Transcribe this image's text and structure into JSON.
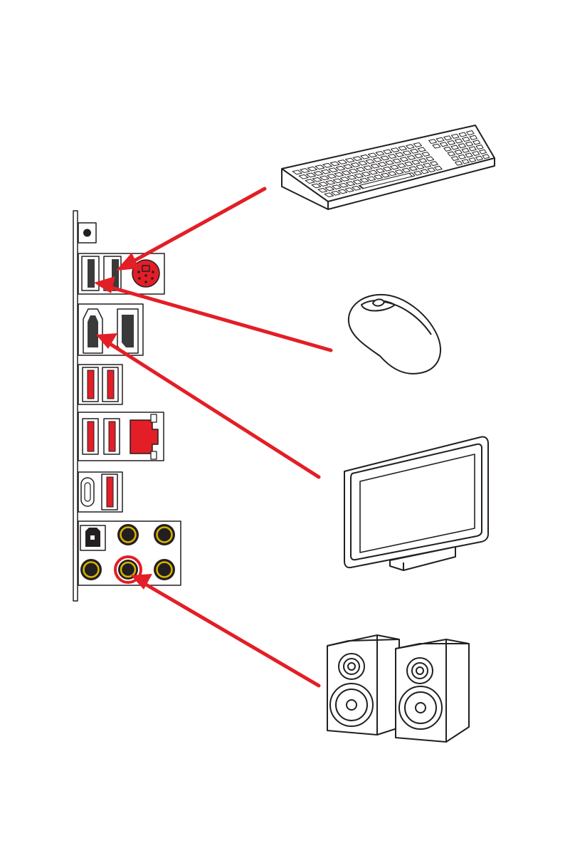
{
  "colors": {
    "accent": "#e31e26",
    "stroke": "#231f20",
    "audio_ring": "#d9b400",
    "port_fill": "#ffffff",
    "metal": "#3a3a3a"
  },
  "diagram": {
    "io_panel": {
      "port_groups": [
        {
          "id": "clear-cmos",
          "ports": [
            "button"
          ]
        },
        {
          "id": "usb2-ps2",
          "ports": [
            "usb2",
            "usb2",
            "ps2-combo"
          ]
        },
        {
          "id": "video",
          "ports": [
            "hdmi",
            "displayport"
          ]
        },
        {
          "id": "usb-a-pair",
          "ports": [
            "usb3",
            "usb3"
          ]
        },
        {
          "id": "usb-lan",
          "ports": [
            "usb3",
            "usb3",
            "rj45-lan"
          ]
        },
        {
          "id": "usb-c-a",
          "ports": [
            "usb-c",
            "usb3"
          ]
        },
        {
          "id": "audio",
          "ports": [
            "optical-spdif",
            "audio-jack",
            "audio-jack",
            "audio-jack",
            "line-out",
            "audio-jack"
          ]
        }
      ]
    },
    "devices": [
      {
        "id": "keyboard",
        "icon": "keyboard-icon",
        "connects_to": "ps2/usb2"
      },
      {
        "id": "mouse",
        "icon": "mouse-icon",
        "connects_to": "usb2"
      },
      {
        "id": "monitor",
        "icon": "monitor-icon",
        "connects_to": "hdmi"
      },
      {
        "id": "speakers",
        "icon": "speakers-icon",
        "connects_to": "line-out"
      }
    ]
  }
}
